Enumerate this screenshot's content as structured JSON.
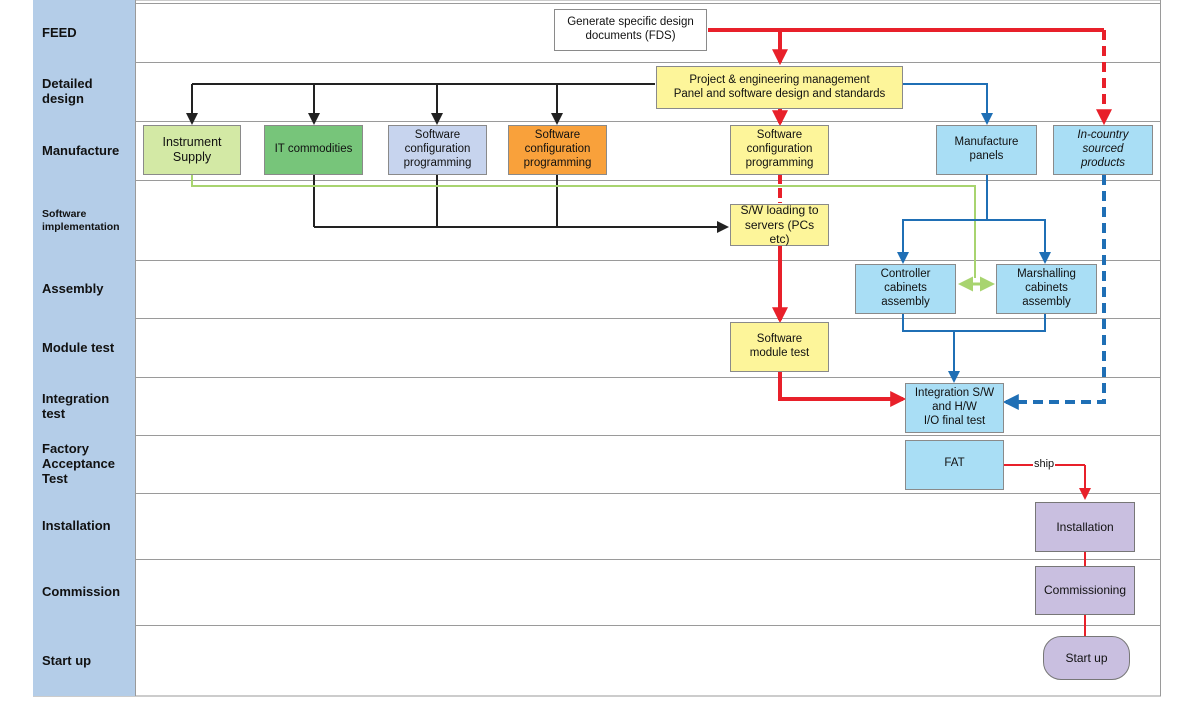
{
  "lanes": [
    {
      "id": "feed",
      "label": "FEED"
    },
    {
      "id": "detailed-design",
      "label": "Detailed\ndesign"
    },
    {
      "id": "manufacture",
      "label": "Manufacture"
    },
    {
      "id": "software-implementation",
      "label": "Software\nimplementation"
    },
    {
      "id": "assembly",
      "label": "Assembly"
    },
    {
      "id": "module-test",
      "label": "Module test"
    },
    {
      "id": "integration-test",
      "label": "Integration\ntest"
    },
    {
      "id": "fat",
      "label": "Factory\nAcceptance\nTest"
    },
    {
      "id": "installation",
      "label": "Installation"
    },
    {
      "id": "commission",
      "label": "Commission"
    },
    {
      "id": "start-up",
      "label": "Start up"
    }
  ],
  "boxes": {
    "fds": "Generate specific design\ndocuments (FDS)",
    "project_mgmt": "Project & engineering management\nPanel and software design and standards",
    "instrument_supply": "Instrument\nSupply",
    "it_commodities": "IT commodities",
    "sw_config_1": "Software\nconfiguration\nprogramming",
    "sw_config_2": "Software\nconfiguration\nprogramming",
    "sw_config_3": "Software\nconfiguration\nprogramming",
    "manufacture_panels": "Manufacture\npanels",
    "in_country": "In-country\nsourced\nproducts",
    "sw_loading": "S/W loading to\nservers (PCs etc)",
    "controller_cabinets": "Controller\ncabinets\nassembly",
    "marshalling_cabinets": "Marshalling\ncabinets\nassembly",
    "sw_module_test": "Software\nmodule test",
    "integration": "Integration S/W\nand H/W\nI/O final test",
    "fat": "FAT",
    "installation": "Installation",
    "commissioning": "Commissioning",
    "start_up": "Start up"
  },
  "ship_label": "ship",
  "colors": {
    "lane_band": "#b4cde8",
    "red": "#e8202a",
    "blue": "#1f6fb5",
    "black": "#222222",
    "light_green": "#a8d46f"
  }
}
